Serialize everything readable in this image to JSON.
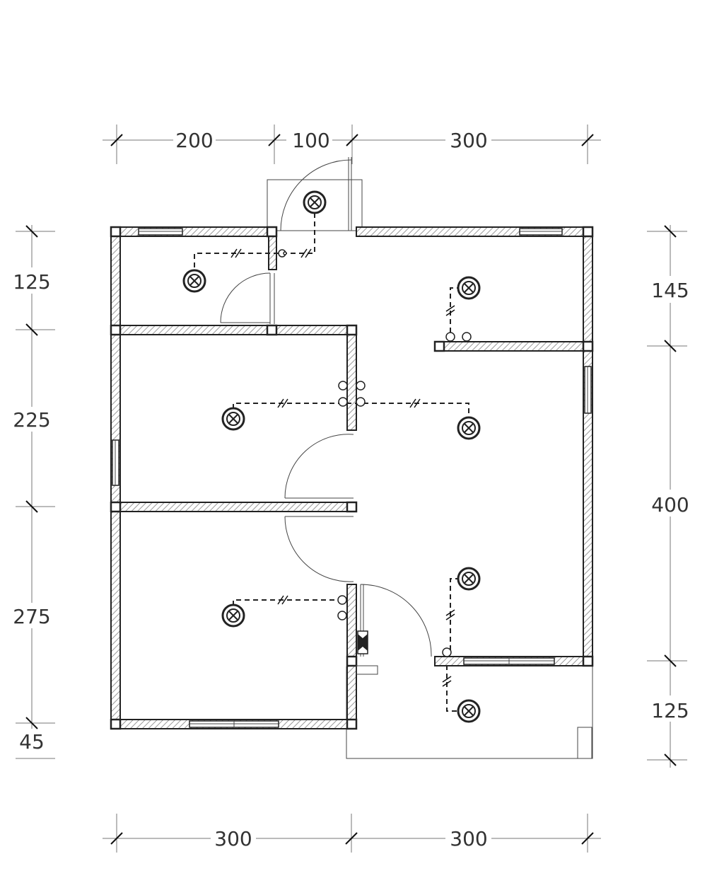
{
  "plan": {
    "top_dims": [
      "200",
      "100",
      "300"
    ],
    "bottom_dims": [
      "300",
      "300"
    ],
    "left_dims": [
      "125",
      "225",
      "275",
      "45"
    ],
    "right_dims": [
      "145",
      "400",
      "125"
    ]
  },
  "colors": {
    "line": "#222222",
    "hatch": "#999999",
    "background": "#ffffff"
  }
}
